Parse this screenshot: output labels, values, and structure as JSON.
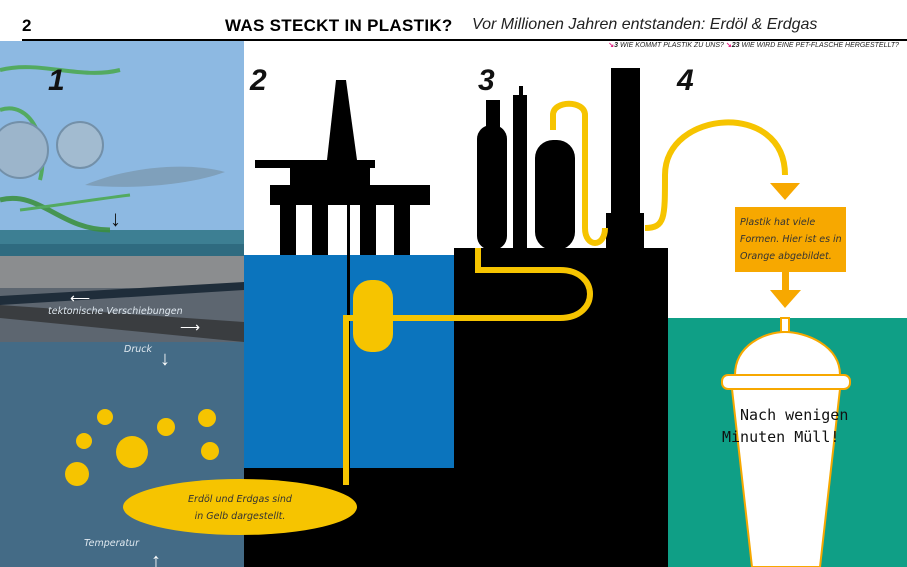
{
  "header": {
    "page_number": "2",
    "title": "WAS STECKT IN PLASTIK?",
    "subtitle": "Vor Millionen Jahren entstanden: Erdöl & Erdgas",
    "cross_references": [
      {
        "page": "3",
        "label": "WIE KOMMT PLASTIK ZU UNS?"
      },
      {
        "page": "23",
        "label": "WIE WIRD EINE PET-FLASCHE HERGESTELLT?"
      }
    ]
  },
  "panels": [
    {
      "number": "1",
      "labels": {
        "tectonic": "tektonische Verschiebungen",
        "pressure": "Druck",
        "temperature": "Temperatur"
      }
    },
    {
      "number": "2"
    },
    {
      "number": "3"
    },
    {
      "number": "4"
    }
  ],
  "callouts": {
    "oil_gas_line1": "Erdöl und Erdgas sind",
    "oil_gas_line2": "in Gelb dargestellt.",
    "plastic_line1": "Plastik hat viele",
    "plastic_line2": "Formen. Hier ist es in",
    "plastic_line3": "Orange abgebildet.",
    "cup_line1": "Nach wenigen",
    "cup_line2": "Minuten Müll!"
  },
  "colors": {
    "yellow": "#f6c400",
    "orange": "#f7a800",
    "sea_blue": "#0b74bd",
    "teal": "#0f9f86",
    "sky": "#8db9e2"
  }
}
